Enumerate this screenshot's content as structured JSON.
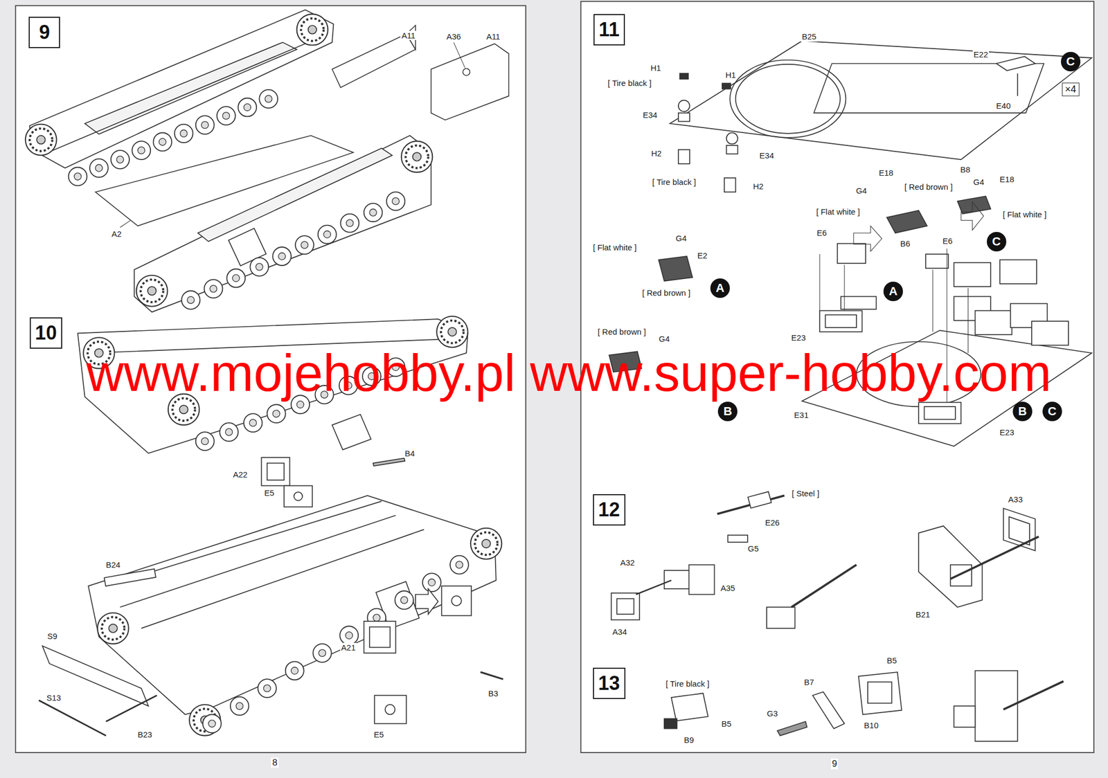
{
  "diagram": {
    "nodes": [
      {
        "text": [
          "9"
        ]
      },
      {
        "text": [
          "10"
        ]
      },
      {
        "text": [
          "11"
        ]
      },
      {
        "text": [
          "12"
        ]
      },
      {
        "text": [
          "13"
        ]
      },
      {
        "text": [
          "C"
        ]
      },
      {
        "text": [
          "×4"
        ]
      },
      {
        "text": [
          "A"
        ]
      },
      {
        "text": [
          "C"
        ]
      },
      {
        "text": [
          "A"
        ]
      },
      {
        "text": [
          "B"
        ]
      },
      {
        "text": [
          "B"
        ]
      },
      {
        "text": [
          "C"
        ]
      }
    ],
    "labels": [
      "A36",
      "A11",
      "A11",
      "A2",
      "B4",
      "A22",
      "E5",
      "B24",
      "S9",
      "S13",
      "B23",
      "A21",
      "E5",
      "B3",
      "8",
      "B25",
      "H1",
      "[ Tire black ]",
      "H1",
      "E34",
      "E34",
      "H2",
      "[ Tire black ]",
      "H2",
      "E22",
      "E40",
      "E18",
      "G4",
      "[ Red brown ]",
      "B8",
      "G4",
      "E18",
      "[ Flat white ]",
      "[ Flat white ]",
      "E6",
      "B6",
      "E6",
      "G4",
      "[ Flat white ]",
      "E2",
      "[ Red brown ]",
      "[ Red brown ]",
      "G4",
      "E23",
      "E31",
      "E23",
      "[ Steel ]",
      "E26",
      "G5",
      "A32",
      "A35",
      "A34",
      "A33",
      "B21",
      "[ Tire black ]",
      "B7",
      "B5",
      "B5",
      "G3",
      "B10",
      "B9",
      "9",
      "www.mojehobby.pl www.super-hobby.com"
    ]
  }
}
